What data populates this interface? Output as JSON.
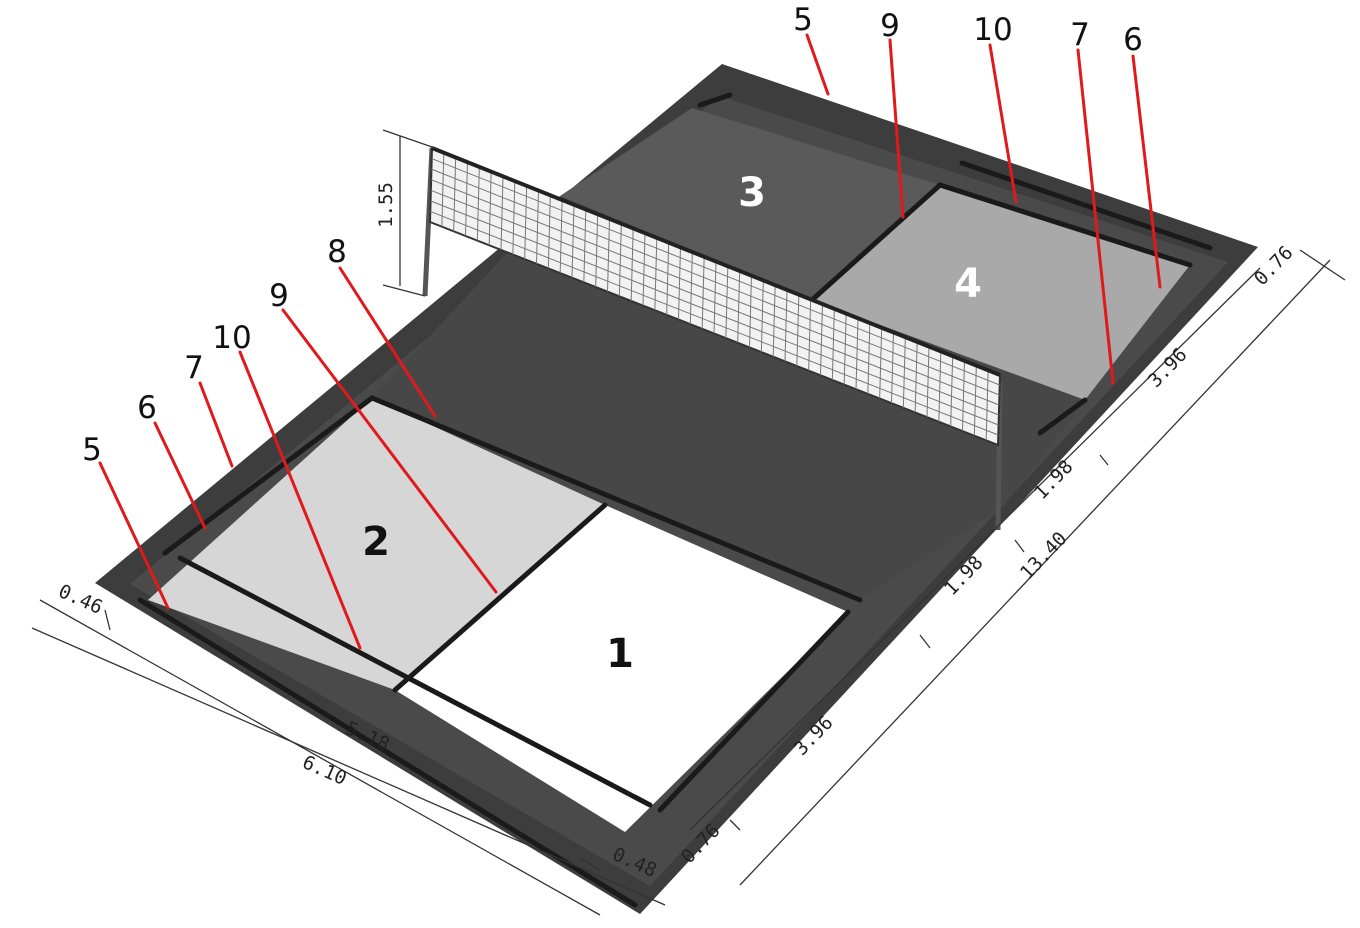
{
  "zones": [
    {
      "id": "1",
      "label": "1"
    },
    {
      "id": "2",
      "label": "2"
    },
    {
      "id": "3",
      "label": "3"
    },
    {
      "id": "4",
      "label": "4"
    }
  ],
  "callouts_left": [
    "5",
    "6",
    "7",
    "10",
    "9",
    "8"
  ],
  "callouts_top": [
    "5",
    "9",
    "10",
    "7",
    "6"
  ],
  "dimensions": {
    "net_height": "1.55",
    "width_inner": "5.18",
    "width_total": "6.10",
    "side_alley_top": "0.46",
    "side_alley_bottom": "0.48",
    "back_right_top": "0.76",
    "back_right_bottom": "0.76",
    "service_far": "3.96",
    "service_near": "3.96",
    "short_far": "1.98",
    "short_near": "1.98",
    "length_total": "13.40"
  },
  "colors": {
    "outer": "#3a3a3a",
    "zone1": "#ffffff",
    "zone2": "#d4d4d4",
    "zone3": "#555555",
    "zone4": "#a8a8a8",
    "neutral": "#4a4a4a",
    "leader": "#e0191c"
  }
}
